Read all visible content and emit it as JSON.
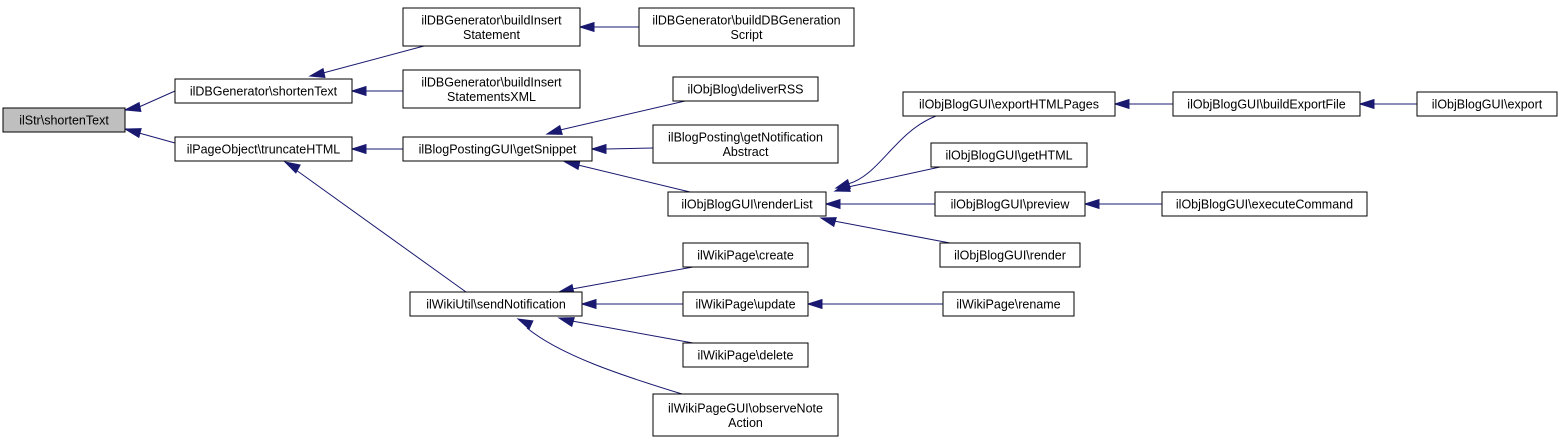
{
  "diagram": {
    "nodes": [
      {
        "id": "n0",
        "lines": [
          "ilStr\\shortenText"
        ],
        "highlighted": true
      },
      {
        "id": "n1",
        "lines": [
          "ilDBGenerator\\shortenText"
        ]
      },
      {
        "id": "n2",
        "lines": [
          "ilPageObject\\truncateHTML"
        ]
      },
      {
        "id": "n3",
        "lines": [
          "ilDBGenerator\\buildInsert",
          "Statement"
        ]
      },
      {
        "id": "n4",
        "lines": [
          "ilDBGenerator\\buildInsert",
          "StatementsXML"
        ]
      },
      {
        "id": "n5",
        "lines": [
          "ilDBGenerator\\buildDBGeneration",
          "Script"
        ]
      },
      {
        "id": "n6",
        "lines": [
          "ilBlogPostingGUI\\getSnippet"
        ]
      },
      {
        "id": "n7",
        "lines": [
          "ilWikiUtil\\sendNotification"
        ]
      },
      {
        "id": "n8",
        "lines": [
          "ilObjBlog\\deliverRSS"
        ]
      },
      {
        "id": "n9",
        "lines": [
          "ilBlogPosting\\getNotification",
          "Abstract"
        ]
      },
      {
        "id": "n10",
        "lines": [
          "ilObjBlogGUI\\renderList"
        ]
      },
      {
        "id": "n11",
        "lines": [
          "ilObjBlogGUI\\exportHTMLPages"
        ]
      },
      {
        "id": "n12",
        "lines": [
          "ilObjBlogGUI\\getHTML"
        ]
      },
      {
        "id": "n13",
        "lines": [
          "ilObjBlogGUI\\preview"
        ]
      },
      {
        "id": "n14",
        "lines": [
          "ilObjBlogGUI\\render"
        ]
      },
      {
        "id": "n15",
        "lines": [
          "ilObjBlogGUI\\buildExportFile"
        ]
      },
      {
        "id": "n16",
        "lines": [
          "ilObjBlogGUI\\export"
        ]
      },
      {
        "id": "n17",
        "lines": [
          "ilObjBlogGUI\\executeCommand"
        ]
      },
      {
        "id": "n18",
        "lines": [
          "ilWikiPage\\create"
        ]
      },
      {
        "id": "n19",
        "lines": [
          "ilWikiPage\\update"
        ]
      },
      {
        "id": "n20",
        "lines": [
          "ilWikiPage\\delete"
        ]
      },
      {
        "id": "n21",
        "lines": [
          "ilWikiPageGUI\\observeNote",
          "Action"
        ]
      },
      {
        "id": "n22",
        "lines": [
          "ilWikiPage\\rename"
        ]
      }
    ],
    "edges": [
      {
        "from": "n1",
        "to": "n0"
      },
      {
        "from": "n2",
        "to": "n0"
      },
      {
        "from": "n3",
        "to": "n1"
      },
      {
        "from": "n4",
        "to": "n1"
      },
      {
        "from": "n5",
        "to": "n3"
      },
      {
        "from": "n6",
        "to": "n2"
      },
      {
        "from": "n7",
        "to": "n2"
      },
      {
        "from": "n8",
        "to": "n6"
      },
      {
        "from": "n9",
        "to": "n6"
      },
      {
        "from": "n10",
        "to": "n6"
      },
      {
        "from": "n11",
        "to": "n10"
      },
      {
        "from": "n12",
        "to": "n10"
      },
      {
        "from": "n13",
        "to": "n10"
      },
      {
        "from": "n14",
        "to": "n10"
      },
      {
        "from": "n15",
        "to": "n11"
      },
      {
        "from": "n16",
        "to": "n15"
      },
      {
        "from": "n17",
        "to": "n13"
      },
      {
        "from": "n18",
        "to": "n7"
      },
      {
        "from": "n19",
        "to": "n7"
      },
      {
        "from": "n20",
        "to": "n7"
      },
      {
        "from": "n21",
        "to": "n7"
      },
      {
        "from": "n22",
        "to": "n19"
      }
    ],
    "colors": {
      "edge": "#191970",
      "node_fill": "#ffffff",
      "highlight_fill": "#bfbfbf",
      "node_border": "#000000"
    }
  }
}
